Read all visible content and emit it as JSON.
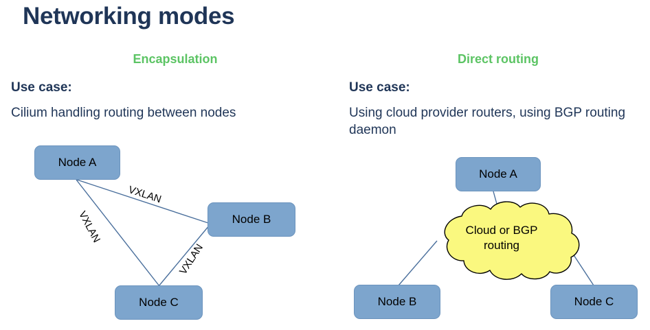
{
  "slide": {
    "title": "Networking modes",
    "background": "#ffffff",
    "title_color": "#1f3557",
    "accent_green": "#5cc464",
    "node_fill": "#7da5cd",
    "node_border": "#6b93bd",
    "cloud_fill": "#faf87f",
    "cloud_border": "#000000",
    "connector_color": "#4a6f9c"
  },
  "columns": [
    {
      "id": "encapsulation",
      "heading": "Encapsulation",
      "use_case_label": "Use case:",
      "use_case_text": "Cilium handling routing between nodes",
      "nodes": [
        {
          "id": "node-a",
          "label": "Node A"
        },
        {
          "id": "node-b",
          "label": "Node B"
        },
        {
          "id": "node-c",
          "label": "Node C"
        }
      ],
      "edges": [
        {
          "id": "a-b",
          "label": "VXLAN",
          "from": "Node A",
          "to": "Node B"
        },
        {
          "id": "a-c",
          "label": "VXLAN",
          "from": "Node A",
          "to": "Node C"
        },
        {
          "id": "b-c",
          "label": "VXLAN",
          "from": "Node B",
          "to": "Node C"
        }
      ]
    },
    {
      "id": "direct-routing",
      "heading": "Direct routing",
      "use_case_label": "Use case:",
      "use_case_text": "Using cloud provider routers, using BGP routing daemon",
      "nodes": [
        {
          "id": "node-a",
          "label": "Node A"
        },
        {
          "id": "node-b",
          "label": "Node B"
        },
        {
          "id": "node-c",
          "label": "Node C"
        }
      ],
      "cloud": {
        "label_line1": "Cloud or BGP",
        "label_line2": "routing"
      },
      "edges": [
        {
          "id": "a-cloud",
          "label": "",
          "from": "Node A",
          "to": "Cloud or BGP routing"
        },
        {
          "id": "b-cloud",
          "label": "",
          "from": "Node B",
          "to": "Cloud or BGP routing"
        },
        {
          "id": "c-cloud",
          "label": "",
          "from": "Node C",
          "to": "Cloud or BGP routing"
        }
      ]
    }
  ]
}
